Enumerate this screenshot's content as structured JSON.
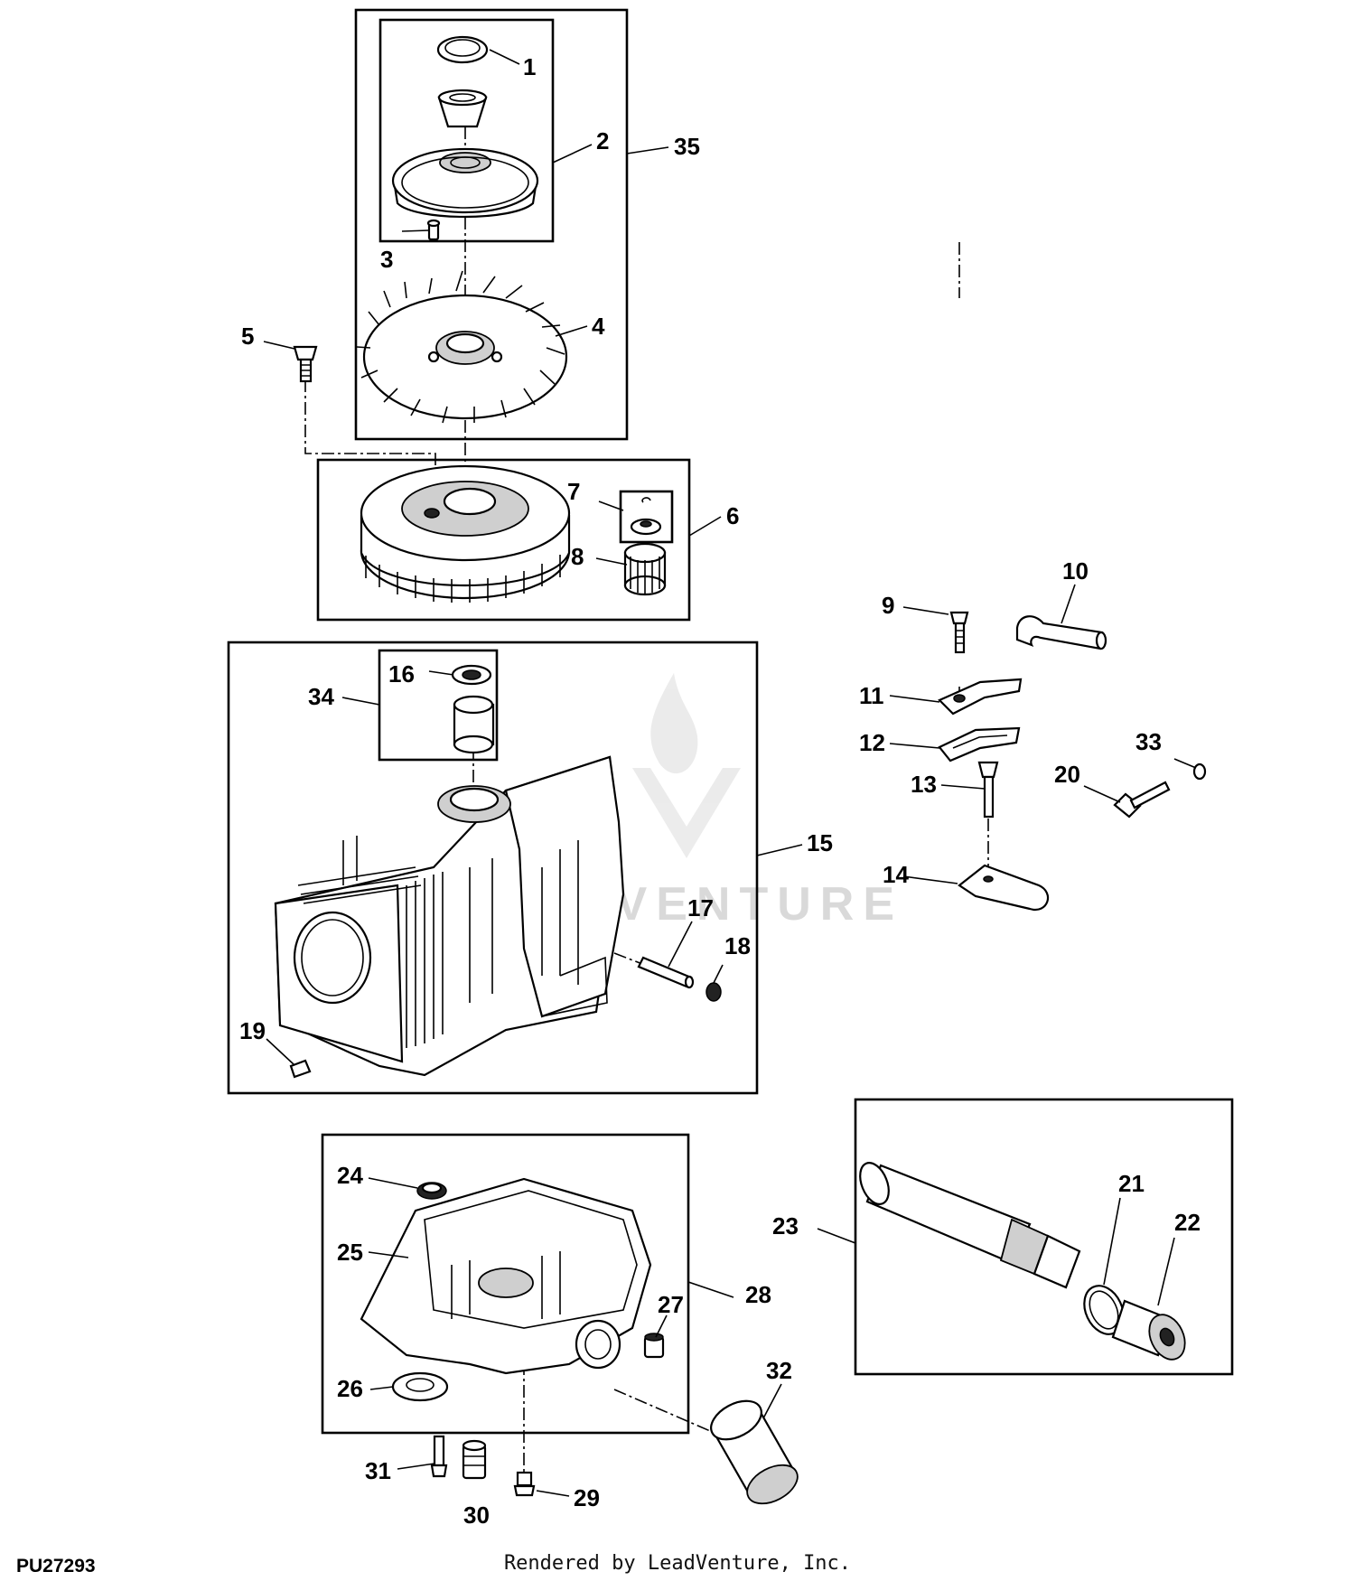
{
  "diagram": {
    "figure_id": "PU27293",
    "credit": "Rendered by LeadVenture, Inc.",
    "watermark": "LEADVENTURE",
    "callouts": {
      "c1": "1",
      "c2": "2",
      "c3": "3",
      "c4": "4",
      "c5": "5",
      "c6": "6",
      "c7": "7",
      "c8": "8",
      "c9": "9",
      "c10": "10",
      "c11": "11",
      "c12": "12",
      "c13": "13",
      "c14": "14",
      "c15": "15",
      "c16": "16",
      "c17": "17",
      "c18": "18",
      "c19": "19",
      "c20": "20",
      "c21": "21",
      "c22": "22",
      "c23": "23",
      "c24": "24",
      "c25": "25",
      "c26": "26",
      "c27": "27",
      "c28": "28",
      "c29": "29",
      "c30": "30",
      "c31": "31",
      "c32": "32",
      "c33": "33",
      "c34": "34",
      "c35": "35"
    }
  }
}
